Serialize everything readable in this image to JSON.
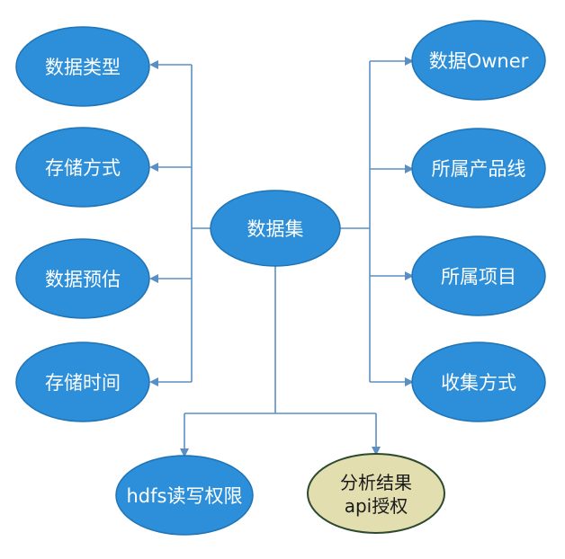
{
  "center": {
    "label": "数据集"
  },
  "left_nodes": [
    {
      "id": "data-type",
      "label": "数据类型"
    },
    {
      "id": "storage-method",
      "label": "存储方式"
    },
    {
      "id": "data-estimate",
      "label": "数据预估"
    },
    {
      "id": "storage-time",
      "label": "存储时间"
    }
  ],
  "right_nodes": [
    {
      "id": "data-owner",
      "label": "数据Owner"
    },
    {
      "id": "product-line",
      "label": "所属产品线"
    },
    {
      "id": "project",
      "label": "所属项目"
    },
    {
      "id": "collect-method",
      "label": "收集方式"
    }
  ],
  "bottom_nodes": [
    {
      "id": "hdfs-permission",
      "label": "hdfs读写权限"
    },
    {
      "id": "analysis-api",
      "label_line1": "分析结果",
      "label_line2": "api授权"
    }
  ],
  "colors": {
    "node_fill": "#2d8fd9",
    "node_stroke": "#1f74b5",
    "highlight_fill": "#e3deb0",
    "highlight_stroke": "#2b4a2e",
    "connector": "#5b8fc4"
  }
}
